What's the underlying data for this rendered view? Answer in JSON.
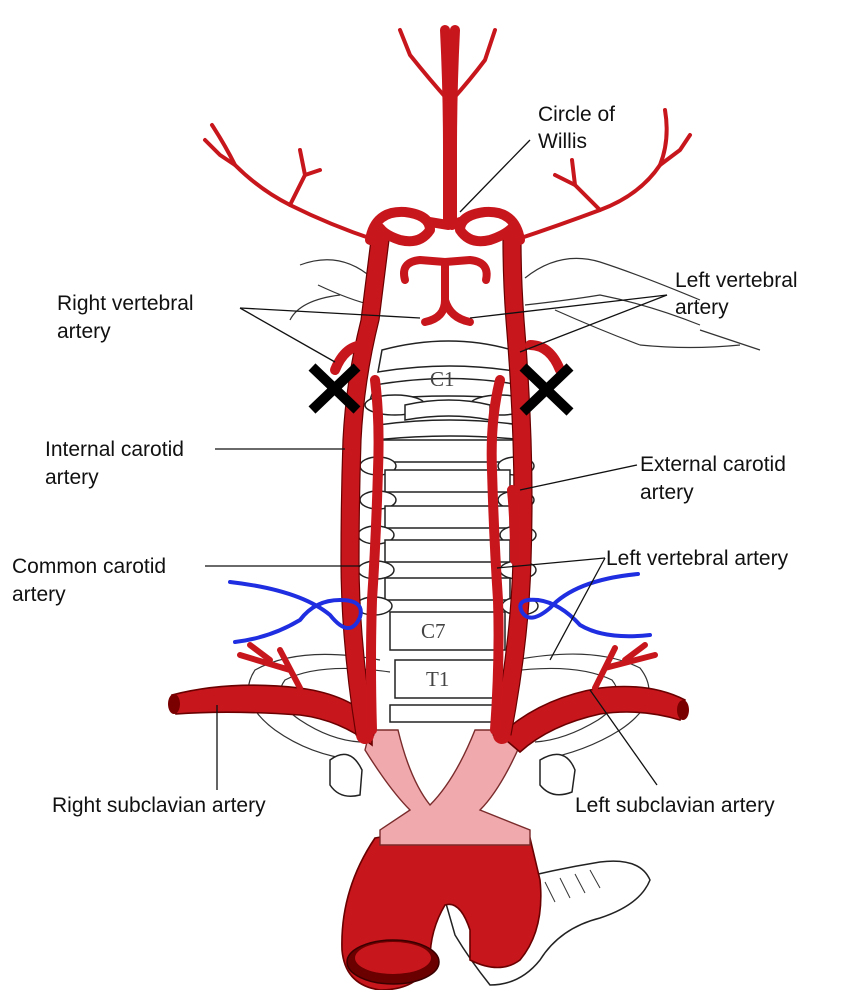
{
  "labels": {
    "circle_of_willis": [
      "Circle of",
      "Willis"
    ],
    "left_vertebral_top": [
      "Left vertebral",
      "artery"
    ],
    "right_vertebral": [
      "Right vertebral",
      "artery"
    ],
    "internal_carotid": [
      "Internal carotid",
      "artery"
    ],
    "external_carotid": [
      "External carotid",
      "artery"
    ],
    "common_carotid": [
      "Common carotid",
      "artery"
    ],
    "left_vertebral_mid": "Left vertebral artery",
    "right_subclavian": "Right subclavian artery",
    "left_subclavian": "Left subclavian artery"
  },
  "vertebra_labels": {
    "c1": "C1",
    "c7": "C7",
    "t1": "T1"
  },
  "colors": {
    "artery": "#c8161d",
    "artery_pale": "#f0a9ad",
    "ligation": "#1f2ee0",
    "occlusion_mark": "#000000"
  },
  "markers": [
    "occlusion-x-right",
    "occlusion-x-left",
    "ligation-loop-right",
    "ligation-loop-left"
  ]
}
